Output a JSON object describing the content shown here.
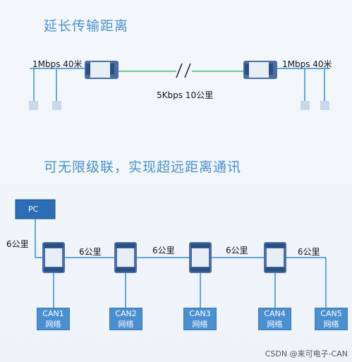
{
  "top": {
    "heading": "延长传输距离",
    "left_speed": "1Mbps 40米",
    "right_speed": "1Mbps 40米",
    "link_label": "5Kbps 10公里"
  },
  "bottom": {
    "heading": "可无限级联，实现超远距离通讯",
    "pc_label": "PC",
    "pc_distance": "6公里",
    "segments": [
      "6公里",
      "6公里",
      "6公里",
      "6公里"
    ],
    "can_networks": [
      {
        "name": "CAN1",
        "sub": "网络"
      },
      {
        "name": "CAN2",
        "sub": "网络"
      },
      {
        "name": "CAN3",
        "sub": "网络"
      },
      {
        "name": "CAN4",
        "sub": "网络"
      },
      {
        "name": "CAN5",
        "sub": "网络"
      }
    ]
  },
  "colors": {
    "heading": "#4a90c9",
    "bus_line": "#2f8fd1",
    "fiber_line": "#3fb56a",
    "box_fill": "#4a8fd0",
    "pc_fill": "#2d6db5"
  },
  "watermark": "CSDN @来可电子-CAN"
}
